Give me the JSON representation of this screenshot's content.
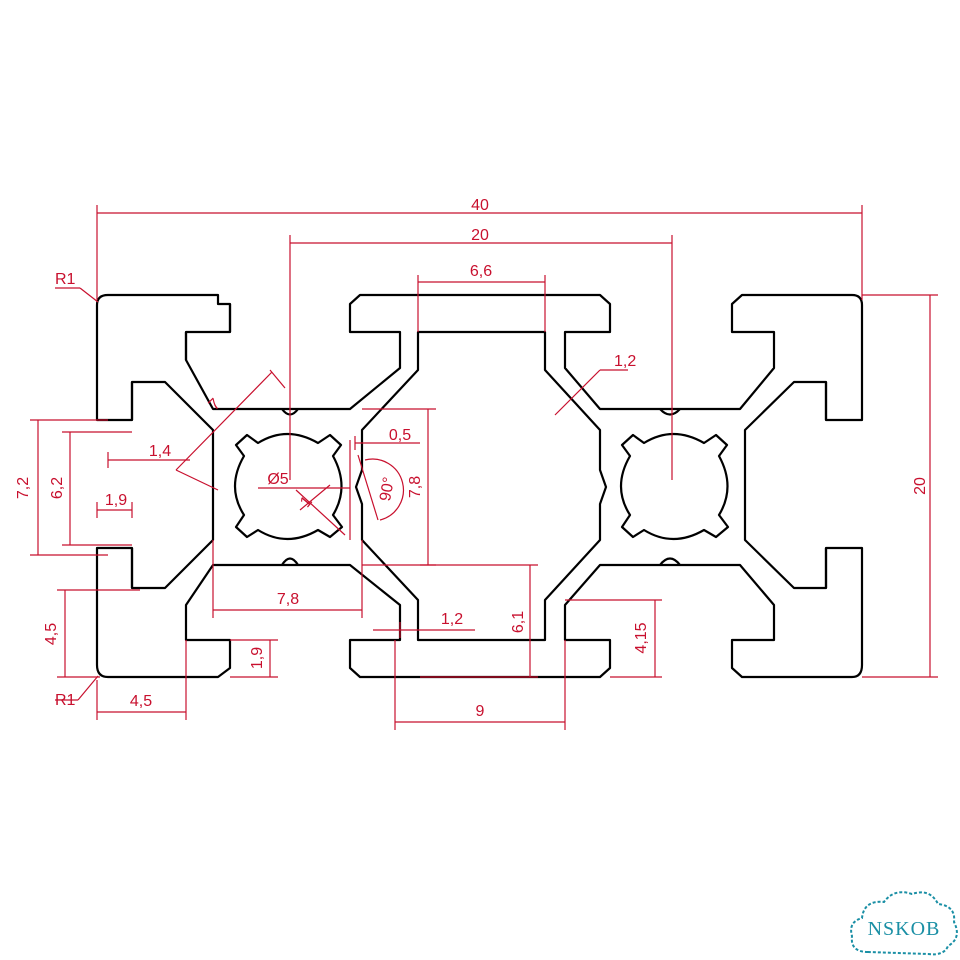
{
  "dimensions": {
    "width_overall": "40",
    "height_overall": "20",
    "pitch": "20",
    "slot_opening": "6,6",
    "wall_thickness": "1,2",
    "radius_top": "R1",
    "radius_bottom": "R1",
    "slot_depth_outer": "7,2",
    "slot_depth_inner": "6,2",
    "lip_1_4": "1,4",
    "lip_1_9": "1,9",
    "lip_1_9_bottom": "1,9",
    "flange_4_5_v": "4,5",
    "flange_4_5_h": "4,5",
    "core_7": "7",
    "bore": "Ø5",
    "gap_0_5": "0,5",
    "angle": "90°",
    "core_7_8_v": "7,8",
    "core_7_8_h": "7,8",
    "web_1": "1",
    "web_1_2_bottom": "1,2",
    "depth_6_1": "6,1",
    "depth_4_15": "4,15",
    "bottom_9": "9"
  },
  "logo": {
    "text": "NSKOB",
    "color": "#1a8fa5"
  },
  "colors": {
    "dimension": "#c8102e",
    "profile": "#000000"
  }
}
